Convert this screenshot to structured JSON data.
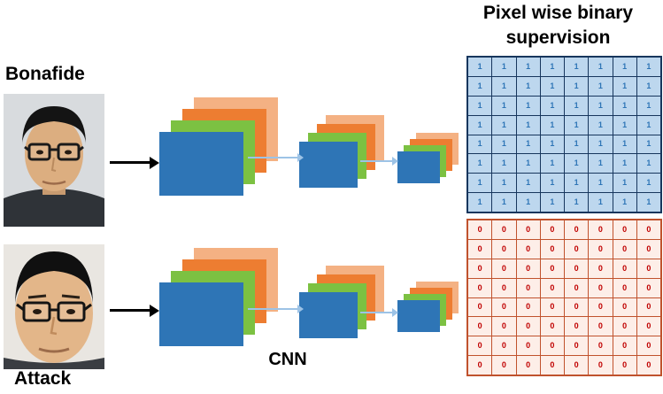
{
  "title": {
    "text": "Pixel wise binary supervision"
  },
  "labels": {
    "bonafide": "Bonafide",
    "attack": "Attack",
    "cnn": "CNN"
  },
  "supervision": {
    "ones_grid": {
      "rows": 8,
      "cols": 8,
      "value": "1",
      "bg": "#bdd7ee",
      "text_color": "#2e75b6",
      "border_color": "#17365d"
    },
    "zeros_grid": {
      "rows": 8,
      "cols": 8,
      "value": "0",
      "bg": "#fdeee8",
      "text_color": "#c00000",
      "border_color": "#c0522d"
    }
  },
  "colors": {
    "layer_peach": "#f4b183",
    "layer_orange": "#ed7d31",
    "layer_green": "#7cc142",
    "layer_blue": "#2e75b6",
    "connector": "#9dc3e6",
    "arrow": "#000000"
  }
}
